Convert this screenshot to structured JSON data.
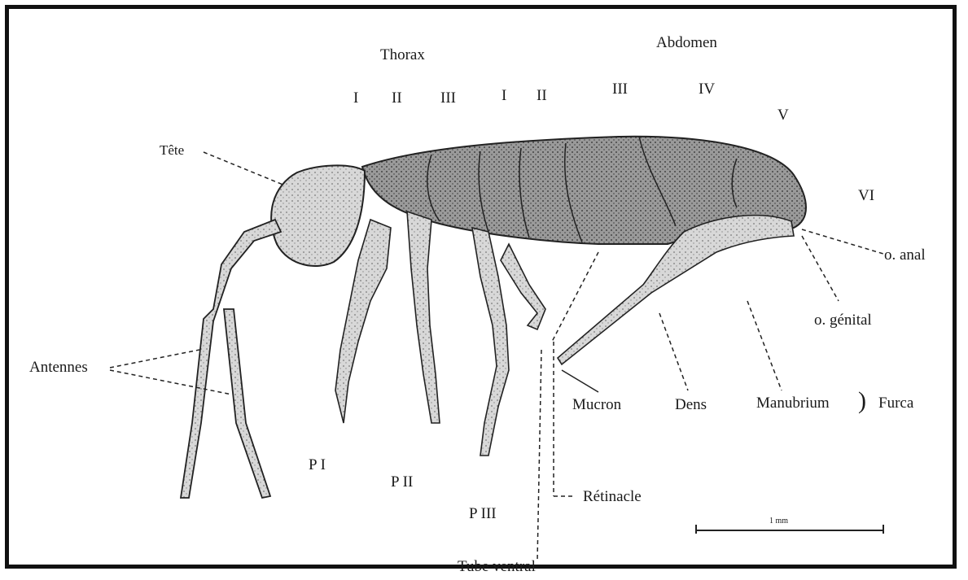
{
  "regions": {
    "thorax": "Thorax",
    "abdomen": "Abdomen"
  },
  "thorax_segments": [
    "I",
    "II",
    "III"
  ],
  "abdomen_segments": [
    "I",
    "II",
    "III",
    "IV",
    "V",
    "VI"
  ],
  "parts": {
    "tete": "Tête",
    "antennes": "Antennes",
    "anal": "o. anal",
    "genital": "o. génital",
    "mucron": "Mucron",
    "dens": "Dens",
    "manubrium": "Manubrium",
    "furca": "Furca",
    "retinacle": "Rétinacle",
    "tube_ventral": "Tube ventral"
  },
  "legs": [
    "P I",
    "P II",
    "P III"
  ],
  "scale": {
    "label": "1 mm"
  },
  "colors": {
    "ink": "#1a1a1a",
    "body_fill": "#8a8a8a",
    "frame": "#111111"
  }
}
